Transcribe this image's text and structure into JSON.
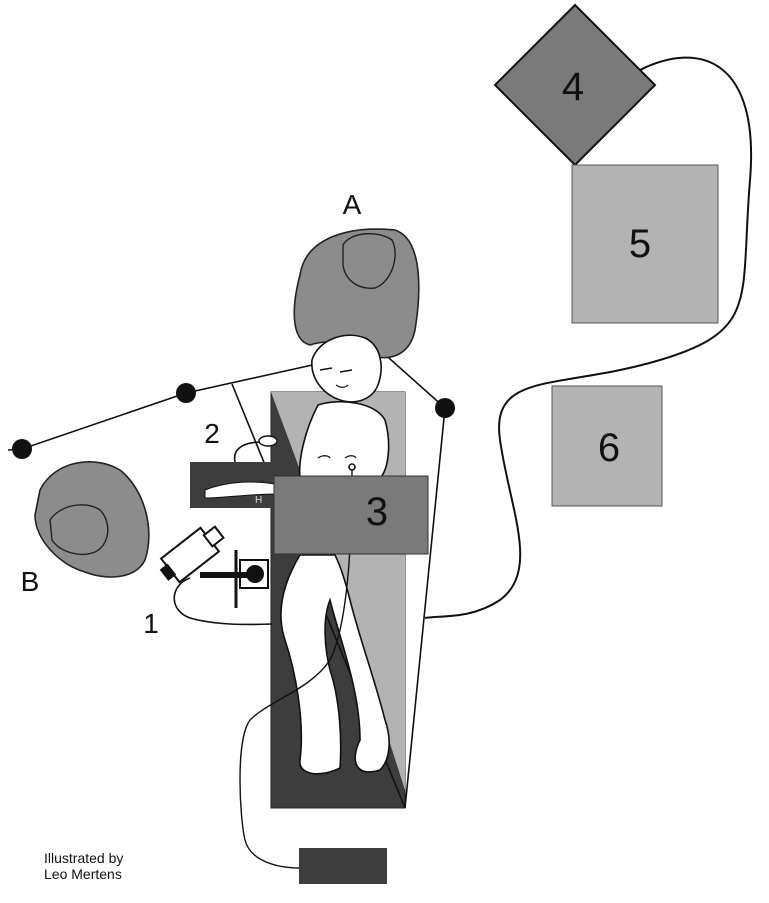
{
  "labels": {
    "surgeon_a": "A",
    "surgeon_b": "B",
    "item_1": "1",
    "item_2": "2",
    "item_3": "3",
    "item_4": "4",
    "item_5": "5",
    "item_6": "6"
  },
  "credit": {
    "line1": "Illustrated by",
    "line2": "Leo Mertens"
  },
  "colors": {
    "dark": "#3d3d3d",
    "mid_gray": "#7a7a7a",
    "light_gray": "#b3b3b3",
    "person_gray": "#8c8c8c",
    "line": "#111111"
  }
}
